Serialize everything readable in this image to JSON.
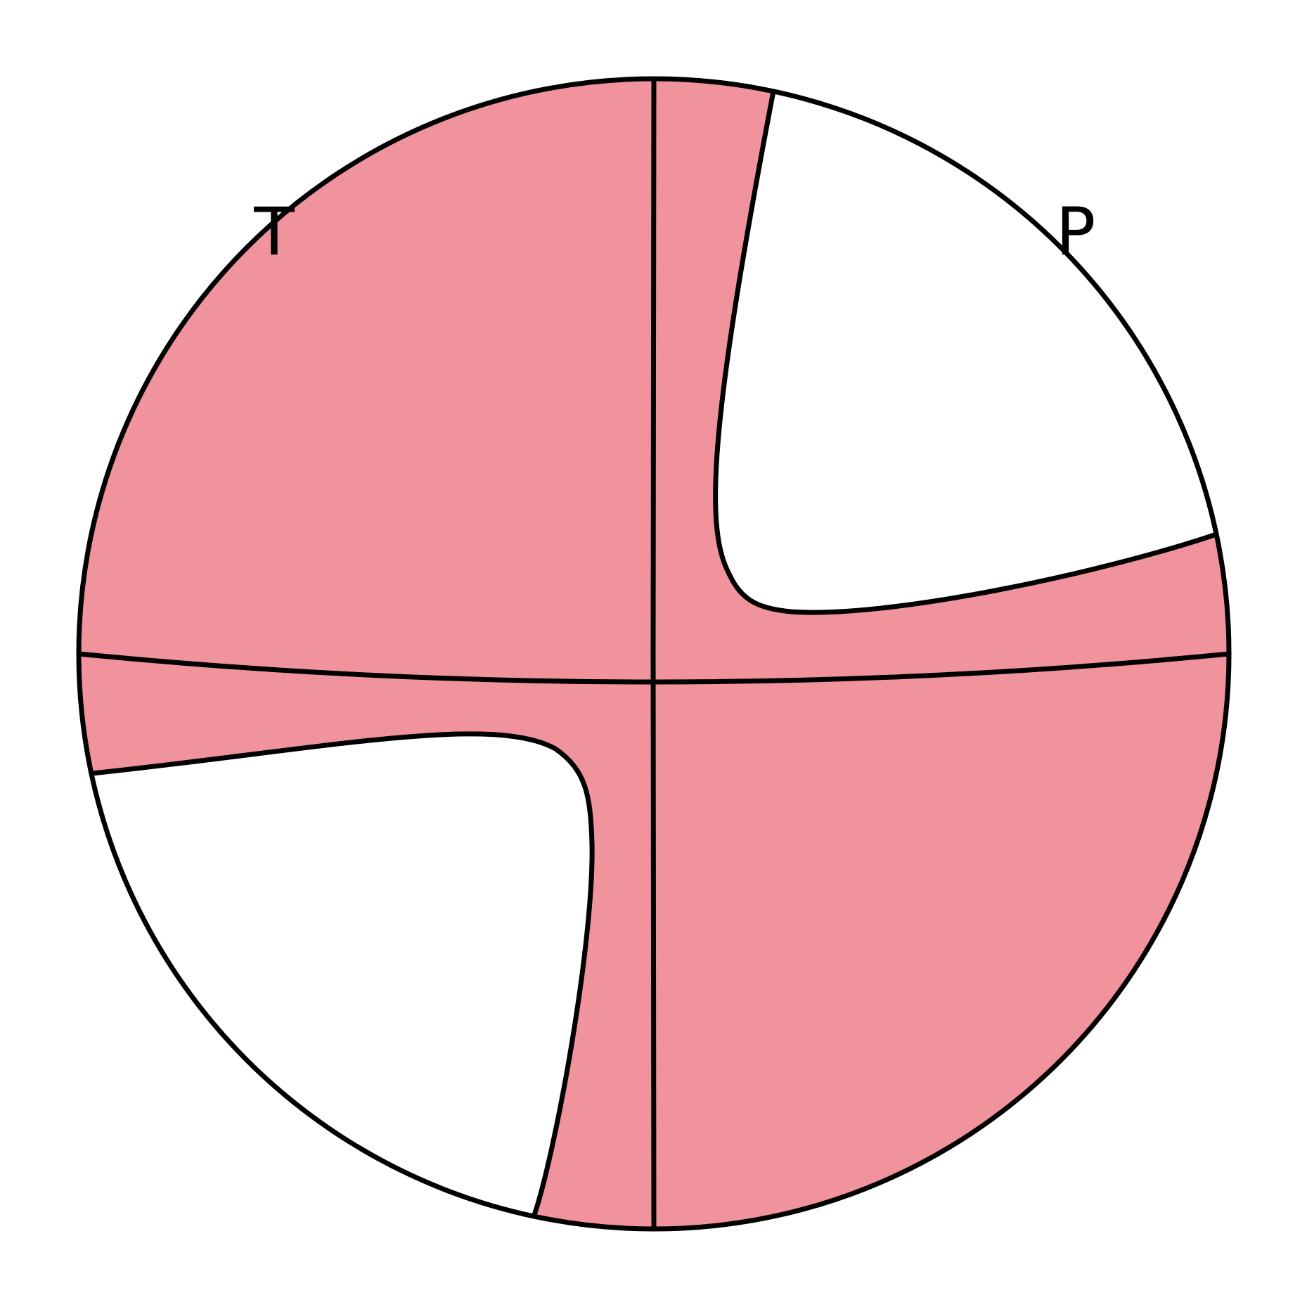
{
  "diagram": {
    "type": "focal-mechanism-beachball",
    "colors": {
      "compressional_fill": "#f0939c",
      "dilatational_fill": "#ffffff",
      "stroke": "#000000"
    },
    "labels": {
      "t_axis": "T",
      "p_axis": "P"
    }
  }
}
